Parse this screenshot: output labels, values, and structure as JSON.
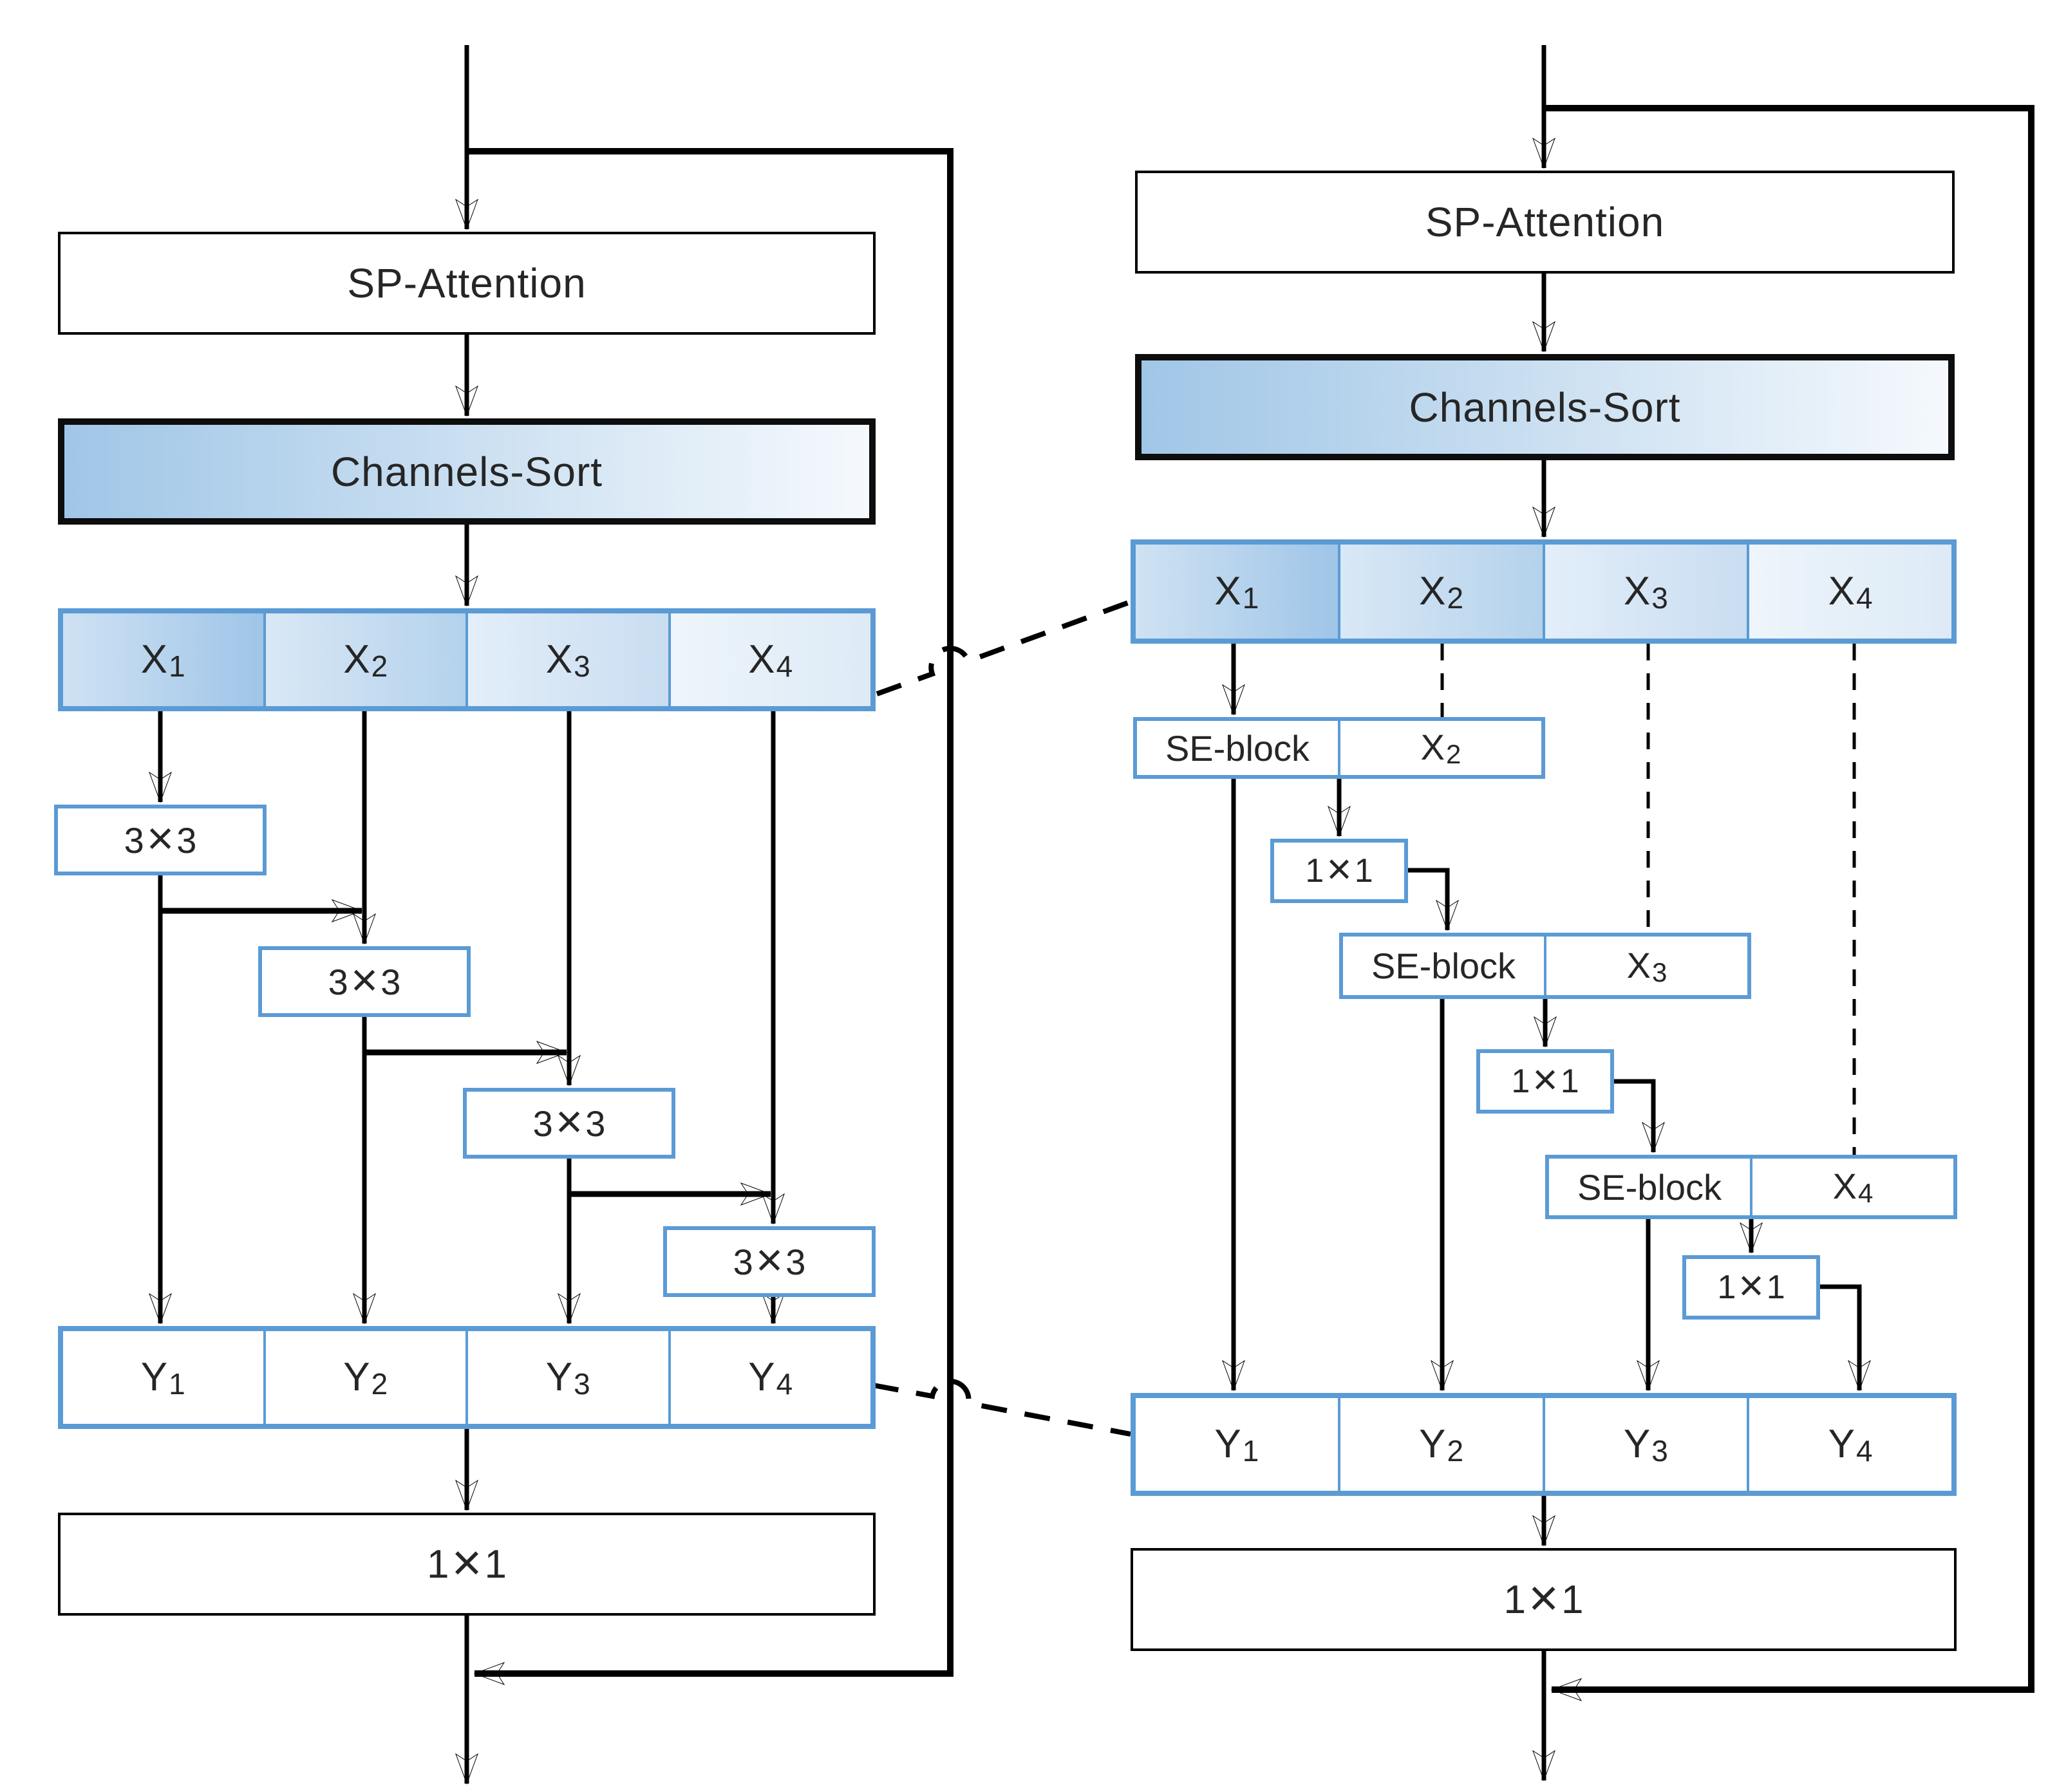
{
  "colors": {
    "accent_border": "#5b9bd5",
    "line": "#000000",
    "text": "#262626",
    "gradient_start": "#a0c6e7",
    "gradient_end": "#f5f9fd"
  },
  "left": {
    "sp_label": "SP-Attention",
    "cs_label": "Channels-Sort",
    "x_cells": [
      {
        "base": "X",
        "sub": "1"
      },
      {
        "base": "X",
        "sub": "2"
      },
      {
        "base": "X",
        "sub": "3"
      },
      {
        "base": "X",
        "sub": "4"
      }
    ],
    "convs": [
      {
        "a": "3",
        "op": "×",
        "b": "3"
      },
      {
        "a": "3",
        "op": "×",
        "b": "3"
      },
      {
        "a": "3",
        "op": "×",
        "b": "3"
      },
      {
        "a": "3",
        "op": "×",
        "b": "3"
      }
    ],
    "y_cells": [
      {
        "base": "Y",
        "sub": "1"
      },
      {
        "base": "Y",
        "sub": "2"
      },
      {
        "base": "Y",
        "sub": "3"
      },
      {
        "base": "Y",
        "sub": "4"
      }
    ],
    "out_conv": {
      "a": "1",
      "op": "×",
      "b": "1"
    }
  },
  "right": {
    "sp_label": "SP-Attention",
    "cs_label": "Channels-Sort",
    "x_cells": [
      {
        "base": "X",
        "sub": "1"
      },
      {
        "base": "X",
        "sub": "2"
      },
      {
        "base": "X",
        "sub": "3"
      },
      {
        "base": "X",
        "sub": "4"
      }
    ],
    "rows": [
      {
        "se": "SE-block",
        "x": {
          "base": "X",
          "sub": "2"
        },
        "conv": {
          "a": "1",
          "op": "×",
          "b": "1"
        }
      },
      {
        "se": "SE-block",
        "x": {
          "base": "X",
          "sub": "3"
        },
        "conv": {
          "a": "1",
          "op": "×",
          "b": "1"
        }
      },
      {
        "se": "SE-block",
        "x": {
          "base": "X",
          "sub": "4"
        },
        "conv": {
          "a": "1",
          "op": "×",
          "b": "1"
        }
      }
    ],
    "y_cells": [
      {
        "base": "Y",
        "sub": "1"
      },
      {
        "base": "Y",
        "sub": "2"
      },
      {
        "base": "Y",
        "sub": "3"
      },
      {
        "base": "Y",
        "sub": "4"
      }
    ],
    "out_conv": {
      "a": "1",
      "op": "×",
      "b": "1"
    }
  }
}
